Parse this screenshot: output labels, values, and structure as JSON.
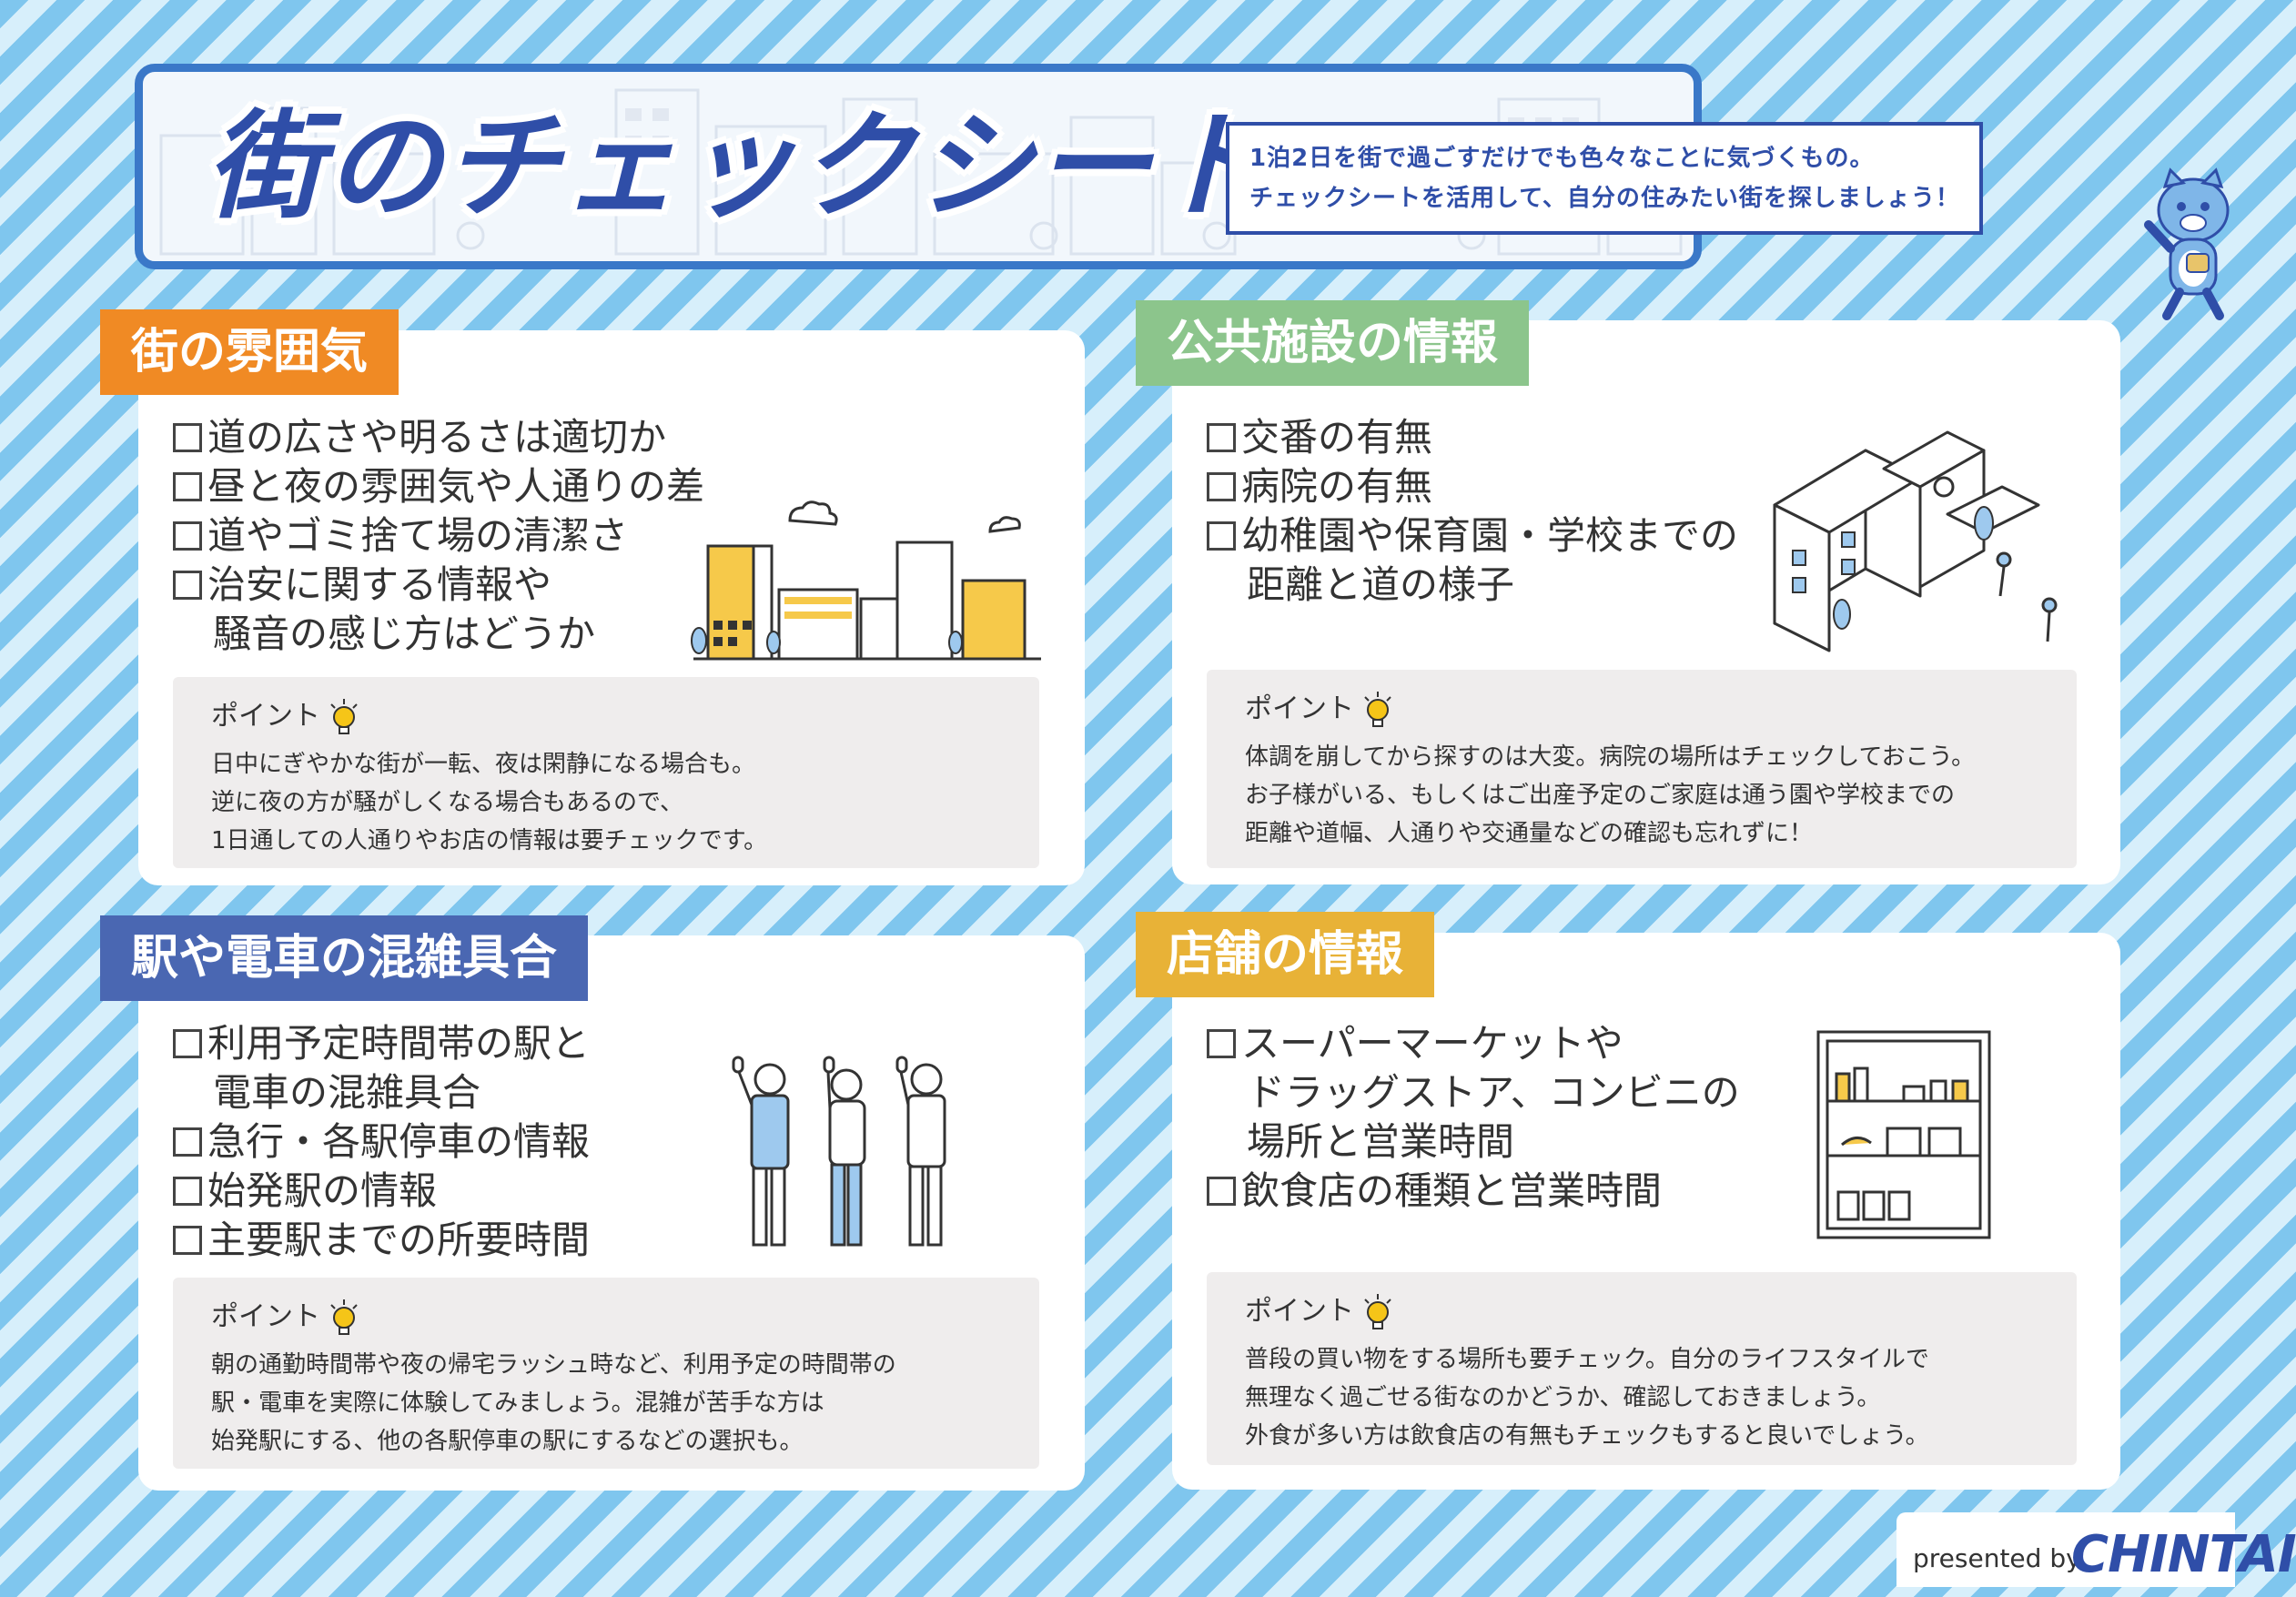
{
  "header": {
    "title": "街のチェックシート",
    "intro_lines": [
      "1泊2日を街で過ごすだけでも色々なことに気づくもの。",
      "チェックシートを活用して、自分の住みたい街を探しましょう！"
    ]
  },
  "point_label": "ポイント",
  "sections": {
    "atmosphere": {
      "title": "街の雰囲気",
      "items": [
        [
          "道の広さや明るさは適切か"
        ],
        [
          "昼と夜の雰囲気や人通りの差"
        ],
        [
          "道やゴミ捨て場の清潔さ"
        ],
        [
          "治安に関する情報や",
          "騒音の感じ方はどうか"
        ]
      ],
      "point_lines": [
        "日中にぎやかな街が一転、夜は閑静になる場合も。",
        "逆に夜の方が騒がしくなる場合もあるので、",
        "1日通しての人通りやお店の情報は要チェックです。"
      ]
    },
    "public": {
      "title": "公共施設の情報",
      "items": [
        [
          "交番の有無"
        ],
        [
          "病院の有無"
        ],
        [
          "幼稚園や保育園・学校までの",
          "距離と道の様子"
        ]
      ],
      "point_lines": [
        "体調を崩してから探すのは大変。病院の場所はチェックしておこう。",
        "お子様がいる、もしくはご出産予定のご家庭は通う園や学校までの",
        "距離や道幅、人通りや交通量などの確認も忘れずに！"
      ]
    },
    "station": {
      "title": "駅や電車の混雑具合",
      "items": [
        [
          "利用予定時間帯の駅と",
          "電車の混雑具合"
        ],
        [
          "急行・各駅停車の情報"
        ],
        [
          "始発駅の情報"
        ],
        [
          "主要駅までの所要時間"
        ]
      ],
      "point_lines": [
        "朝の通勤時間帯や夜の帰宅ラッシュ時など、利用予定の時間帯の",
        "駅・電車を実際に体験してみましょう。混雑が苦手な方は",
        "始発駅にする、他の各駅停車の駅にするなどの選択も。"
      ]
    },
    "shops": {
      "title": "店舗の情報",
      "items": [
        [
          "スーパーマーケットや",
          "ドラッグストア、コンビニの",
          "場所と営業時間"
        ],
        [
          "飲食店の種類と営業時間"
        ]
      ],
      "point_lines": [
        "普段の買い物をする場所も要チェック。自分のライフスタイルで",
        "無理なく過ごせる街なのかどうか、確認しておきましょう。",
        "外食が多い方は飲食店の有無もチェックもすると良いでしょう。"
      ]
    }
  },
  "footer": {
    "presented_by": "presented by",
    "brand": "CHINTAI"
  },
  "colors": {
    "stripe_dark": "#7fc6ee",
    "stripe_light": "#d7effb",
    "title_blue": "#2f4ea8",
    "tag_orange": "#f08a24",
    "tag_green": "#8cc58c",
    "tag_navy": "#4a67b2",
    "tag_yellow": "#e8b237",
    "bulb_yellow": "#f5c518"
  }
}
